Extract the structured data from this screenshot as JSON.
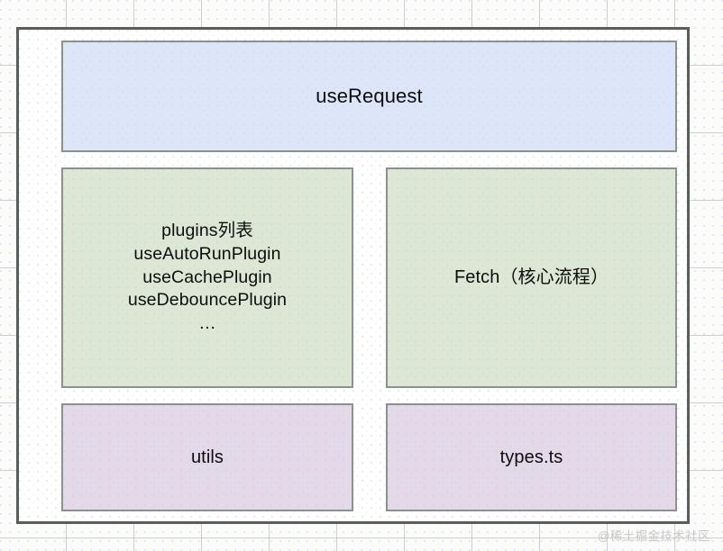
{
  "diagram": {
    "title_hidden": "",
    "container": {
      "border_color": "#585e58",
      "fill_color": "#ffffff"
    },
    "nodes": [
      {
        "id": "use-request",
        "label": "useRequest",
        "fill_color": "#dce6f8",
        "border_color": "#8c918c"
      },
      {
        "id": "plugins",
        "label": "plugins列表\nuseAutoRunPlugin\nuseCachePlugin\nuseDebouncePlugin\n…",
        "fill_color": "#dde7d5",
        "border_color": "#8c918c"
      },
      {
        "id": "fetch",
        "label": "Fetch（核心流程）",
        "fill_color": "#dde7d5",
        "border_color": "#8c918c"
      },
      {
        "id": "utils",
        "label": "utils",
        "fill_color": "#e4d9e9",
        "border_color": "#8c918c"
      },
      {
        "id": "types",
        "label": "types.ts",
        "fill_color": "#e4d9e9",
        "border_color": "#8c918c"
      }
    ]
  },
  "watermark": {
    "text": "@稀土掘金技术社区",
    "color": "#c9c9c9"
  }
}
